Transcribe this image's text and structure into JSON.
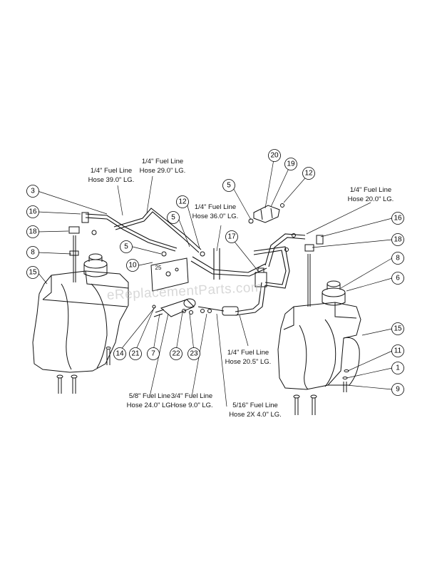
{
  "watermark": "eReplacementParts.com",
  "callouts": [
    {
      "id": "c3",
      "text": "3"
    },
    {
      "id": "c16l",
      "text": "16"
    },
    {
      "id": "c18l",
      "text": "18"
    },
    {
      "id": "c8l",
      "text": "8"
    },
    {
      "id": "c15l",
      "text": "15"
    },
    {
      "id": "c5a",
      "text": "5"
    },
    {
      "id": "c5b",
      "text": "5"
    },
    {
      "id": "c5c",
      "text": "5"
    },
    {
      "id": "c10",
      "text": "10"
    },
    {
      "id": "c12a",
      "text": "12"
    },
    {
      "id": "c12b",
      "text": "12"
    },
    {
      "id": "c17",
      "text": "17"
    },
    {
      "id": "c20",
      "text": "20"
    },
    {
      "id": "c19",
      "text": "19"
    },
    {
      "id": "c16r",
      "text": "16"
    },
    {
      "id": "c18r",
      "text": "18"
    },
    {
      "id": "c8r",
      "text": "8"
    },
    {
      "id": "c6",
      "text": "6"
    },
    {
      "id": "c15r",
      "text": "15"
    },
    {
      "id": "c11",
      "text": "11"
    },
    {
      "id": "c1",
      "text": "1"
    },
    {
      "id": "c9",
      "text": "9"
    },
    {
      "id": "c14",
      "text": "14"
    },
    {
      "id": "c21",
      "text": "21"
    },
    {
      "id": "c7",
      "text": "7"
    },
    {
      "id": "c22",
      "text": "22"
    },
    {
      "id": "c23",
      "text": "23"
    }
  ],
  "hose_labels": {
    "h1": [
      "1/4\" Fuel Line",
      "Hose 39.0\" LG."
    ],
    "h2": [
      "1/4\" Fuel Line",
      "Hose 29.0\" LG."
    ],
    "h3": [
      "1/4\" Fuel Line",
      "Hose 36.0\" LG."
    ],
    "h4": [
      "1/4\" Fuel Line",
      "Hose 20.0\" LG."
    ],
    "h5": [
      "1/4\" Fuel Line",
      "Hose 20.5\" LG."
    ],
    "h6": [
      "5/8\" Fuel Line",
      "Hose 24.0\" LG."
    ],
    "h7": [
      "3/4\" Fuel Line",
      "Hose 9.0\" LG."
    ],
    "h8": [
      "5/16\" Fuel Line",
      "Hose 2X 4.0\" LG."
    ]
  },
  "small_marks": {
    "m25": "25"
  }
}
